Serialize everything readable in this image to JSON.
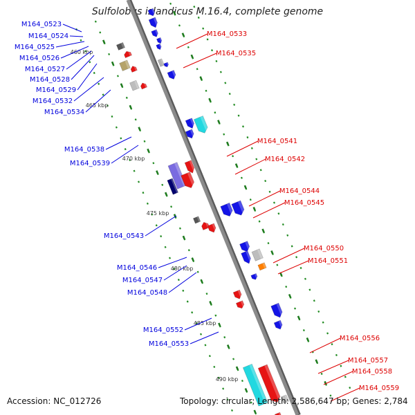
{
  "title": "Sulfolobus islandicus M.16.4, complete genome",
  "footer": {
    "accession": "Accession: NC_012726",
    "topology": "Topology: circular; Length: 2,586,647 bp; Genes: 2,784"
  },
  "colors": {
    "left_strand": "#0000dd",
    "right_strand": "#dd0000",
    "axis": "#8a8a8a",
    "tick": "#228b22"
  },
  "scale_labels": [
    "460 kbp",
    "465 kbp",
    "470 kbp",
    "475 kbp",
    "480 kbp",
    "485 kbp",
    "490 kbp"
  ],
  "left_genes": [
    "M164_0523",
    "M164_0524",
    "M164_0525",
    "M164_0526",
    "M164_0527",
    "M164_0528",
    "M164_0529",
    "M164_0532",
    "M164_0534",
    "M164_0538",
    "M164_0539",
    "M164_0543",
    "M164_0546",
    "M164_0547",
    "M164_0548",
    "M164_0552",
    "M164_0553"
  ],
  "right_genes": [
    "M164_0533",
    "M164_0535",
    "M164_0541",
    "M164_0542",
    "M164_0544",
    "M164_0545",
    "M164_0550",
    "M164_0551",
    "M164_0556",
    "M164_0557",
    "M164_0558",
    "M164_0559"
  ]
}
